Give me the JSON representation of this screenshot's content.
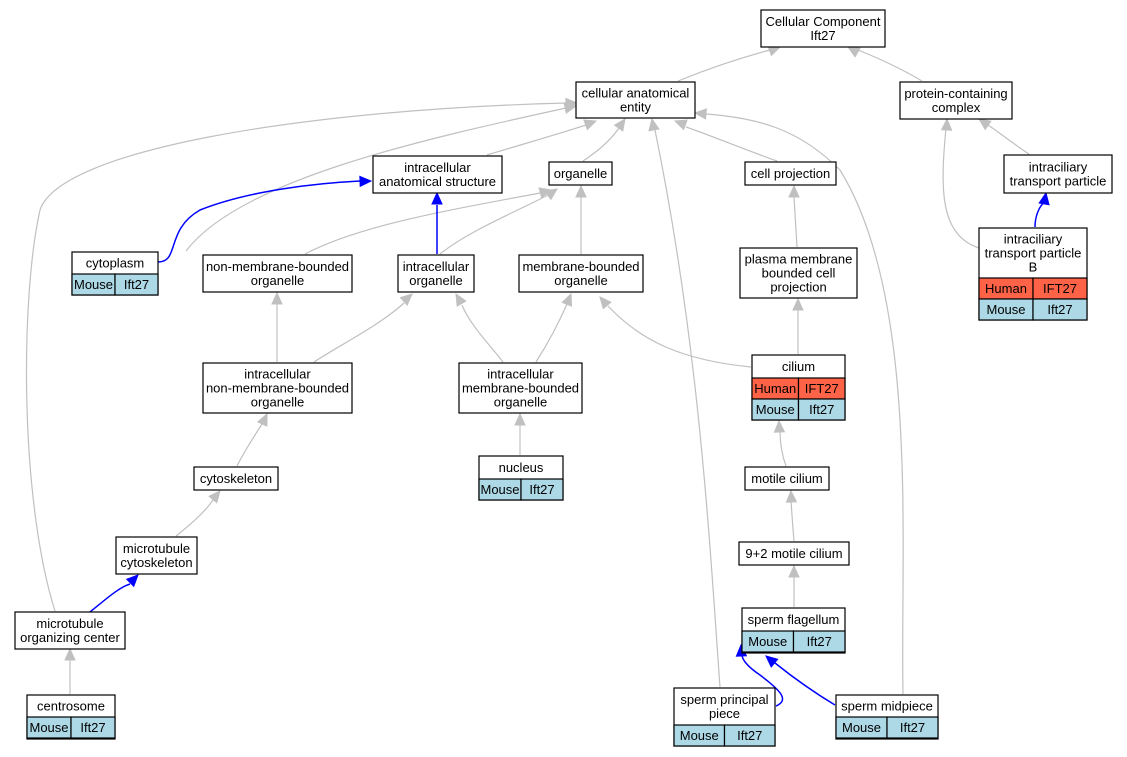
{
  "colors": {
    "human": "#ff6347",
    "mouse": "#add8e6",
    "edge_is_a": "#c0c0c0",
    "edge_part_of": "#0000ff"
  },
  "nodes": [
    {
      "id": "cellular-component",
      "lines": [
        "Cellular Component",
        "Ift27"
      ]
    },
    {
      "id": "cellular-anatomical-entity",
      "lines": [
        "cellular anatomical",
        "entity"
      ]
    },
    {
      "id": "protein-containing-complex",
      "lines": [
        "protein-containing",
        "complex"
      ]
    },
    {
      "id": "intracellular-anatomical-structure",
      "lines": [
        "intracellular",
        "anatomical structure"
      ]
    },
    {
      "id": "organelle",
      "lines": [
        "organelle"
      ]
    },
    {
      "id": "cell-projection",
      "lines": [
        "cell projection"
      ]
    },
    {
      "id": "intraciliary-transport-particle",
      "lines": [
        "intraciliary",
        "transport particle"
      ]
    },
    {
      "id": "cytoplasm",
      "lines": [
        "cytoplasm"
      ],
      "rows": [
        [
          "Mouse",
          "Ift27"
        ]
      ]
    },
    {
      "id": "non-membrane-bounded-organelle",
      "lines": [
        "non-membrane-bounded",
        "organelle"
      ]
    },
    {
      "id": "intracellular-organelle",
      "lines": [
        "intracellular",
        "organelle"
      ]
    },
    {
      "id": "membrane-bounded-organelle",
      "lines": [
        "membrane-bounded",
        "organelle"
      ]
    },
    {
      "id": "plasma-membrane-bounded-cell-projection",
      "lines": [
        "plasma membrane",
        "bounded cell",
        "projection"
      ]
    },
    {
      "id": "intraciliary-transport-particle-b",
      "lines": [
        "intraciliary",
        "transport particle",
        "B"
      ],
      "rows": [
        [
          "Human",
          "IFT27"
        ],
        [
          "Mouse",
          "Ift27"
        ]
      ]
    },
    {
      "id": "intracellular-non-membrane-bounded-organelle",
      "lines": [
        "intracellular",
        "non-membrane-bounded",
        "organelle"
      ]
    },
    {
      "id": "intracellular-membrane-bounded-organelle",
      "lines": [
        "intracellular",
        "membrane-bounded",
        "organelle"
      ]
    },
    {
      "id": "cilium",
      "lines": [
        "cilium"
      ],
      "rows": [
        [
          "Human",
          "IFT27"
        ],
        [
          "Mouse",
          "Ift27"
        ]
      ]
    },
    {
      "id": "nucleus",
      "lines": [
        "nucleus"
      ],
      "rows": [
        [
          "Mouse",
          "Ift27"
        ]
      ]
    },
    {
      "id": "cytoskeleton",
      "lines": [
        "cytoskeleton"
      ]
    },
    {
      "id": "motile-cilium",
      "lines": [
        "motile cilium"
      ]
    },
    {
      "id": "microtubule-cytoskeleton",
      "lines": [
        "microtubule",
        "cytoskeleton"
      ]
    },
    {
      "id": "nine-plus-two-motile-cilium",
      "lines": [
        "9+2 motile cilium"
      ]
    },
    {
      "id": "microtubule-organizing-center",
      "lines": [
        "microtubule",
        "organizing center"
      ]
    },
    {
      "id": "sperm-flagellum",
      "lines": [
        "sperm flagellum"
      ],
      "rows": [
        [
          "Mouse",
          "Ift27"
        ]
      ]
    },
    {
      "id": "centrosome",
      "lines": [
        "centrosome"
      ],
      "rows": [
        [
          "Mouse",
          "Ift27"
        ]
      ]
    },
    {
      "id": "sperm-principal-piece",
      "lines": [
        "sperm principal",
        "piece"
      ],
      "rows": [
        [
          "Mouse",
          "Ift27"
        ]
      ]
    },
    {
      "id": "sperm-midpiece",
      "lines": [
        "sperm midpiece"
      ],
      "rows": [
        [
          "Mouse",
          "Ift27"
        ]
      ]
    }
  ]
}
